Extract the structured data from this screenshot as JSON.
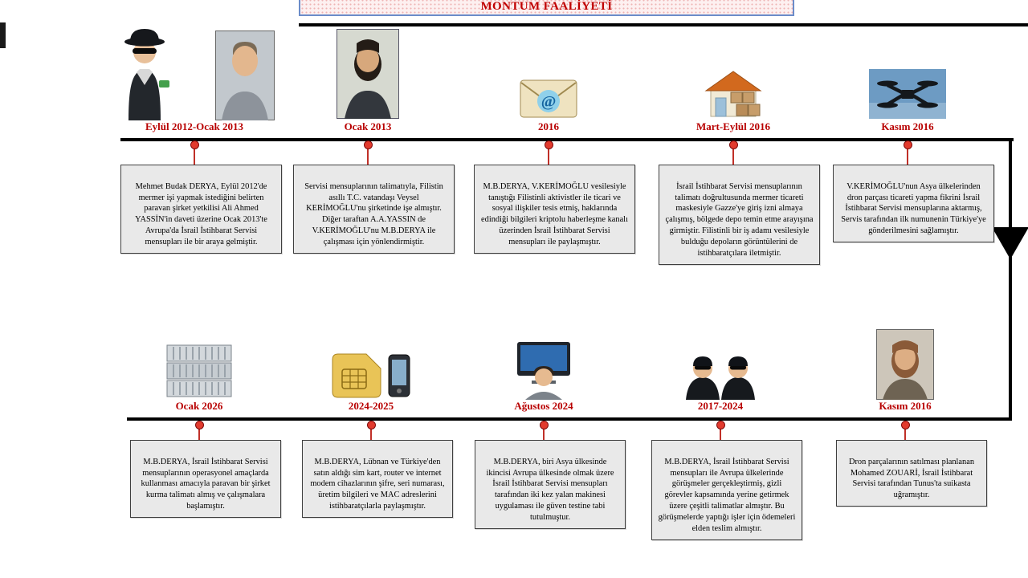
{
  "title": {
    "text": "MONTUM FAALİYETİ"
  },
  "colors": {
    "accent_red": "#b80000",
    "timeline": "#000000",
    "box_bg": "#e9e9e9",
    "banner_border": "#6b8cc9"
  },
  "top_row": [
    {
      "date": "Eylül 2012-Ocak 2013",
      "icon": "spy-figure-and-portrait-photo",
      "text": "Mehmet Budak DERYA, Eylül 2012'de mermer işi yapmak istediğini belirten paravan şirket yetkilisi Ali Ahmed YASSİN'in daveti üzerine Ocak 2013'te Avrupa'da İsrail İstihbarat Servisi mensupları ile bir araya gelmiştir."
    },
    {
      "date": "Ocak 2013",
      "icon": "portrait-photo",
      "text": "Servisi mensuplarının talimatıyla, Filistin asıllı T.C. vatandaşı Veysel KERİMOĞLU'nu şirketinde işe almıştır.\nDiğer taraftan A.A.YASSIN de V.KERİMOĞLU'nu M.B.DERYA ile çalışması için yönlendirmiştir."
    },
    {
      "date": "2016",
      "icon": "email-at",
      "text": "M.B.DERYA, V.KERİMOĞLU vesilesiyle tanıştığı Filistinli aktivistler ile ticari ve sosyal ilişkiler tesis etmiş, haklarında edindiği bilgileri kriptolu haberleşme kanalı üzerinden İsrail İstihbarat Servisi mensupları ile paylaşmıştır."
    },
    {
      "date": "Mart-Eylül 2016",
      "icon": "warehouse-boxes",
      "text": "İsrail İstihbarat Servisi mensuplarının talimatı doğrultusunda mermer ticareti maskesiyle Gazze'ye giriş izni almaya çalışmış, bölgede depo temin etme arayışına girmiştir. Filistinli bir iş adamı vesilesiyle bulduğu depoların görüntülerini de istihbaratçılara iletmiştir."
    },
    {
      "date": "Kasım 2016",
      "icon": "drone-photo",
      "text": "V.KERİMOĞLU'nun Asya ülkelerinden dron parçası ticareti yapma fikrini İsrail İstihbarat Servisi mensuplarına aktarmış, Servis tarafından ilk numunenin Türkiye'ye gönderilmesini sağlamıştır."
    }
  ],
  "bottom_row": [
    {
      "date": "Ocak 2026",
      "icon": "server-racks",
      "text": "M.B.DERYA, İsrail İstihbarat Servisi mensuplarının operasyonel amaçlarda kullanması amacıyla paravan bir şirket kurma talimatı almış ve çalışmalara başlamıştır."
    },
    {
      "date": "2024-2025",
      "icon": "sim-card-and-phone",
      "text": "M.B.DERYA, Lübnan ve Türkiye'den satın aldığı sim kart, router ve internet modem cihazlarının şifre, seri numarası, üretim bilgileri ve MAC adreslerini istihbaratçılarla paylaşmıştır."
    },
    {
      "date": "Ağustos 2024",
      "icon": "person-at-computer",
      "text": "M.B.DERYA, biri Asya ülkesinde ikincisi Avrupa ülkesinde olmak üzere İsrail İstihbarat Servisi mensupları tarafından iki kez yalan makinesi uygulaması ile güven testine tabi tutulmuştur."
    },
    {
      "date": "2017-2024",
      "icon": "two-spies",
      "text": "M.B.DERYA, İsrail İstihbarat Servisi mensupları ile Avrupa ülkelerinde görüşmeler gerçekleştirmiş, gizli görevler kapsamında yerine getirmek üzere çeşitli talimatlar almıştır. Bu görüşmelerde yaptığı işler için ödemeleri elden teslim almıştır."
    },
    {
      "date": "Kasım 2016",
      "icon": "portrait-photo",
      "text": "Dron parçalarının satılması planlanan Mohamed ZOUARİ, İsrail İstihbarat Servisi tarafından Tunus'ta suikasta uğramıştır."
    }
  ]
}
